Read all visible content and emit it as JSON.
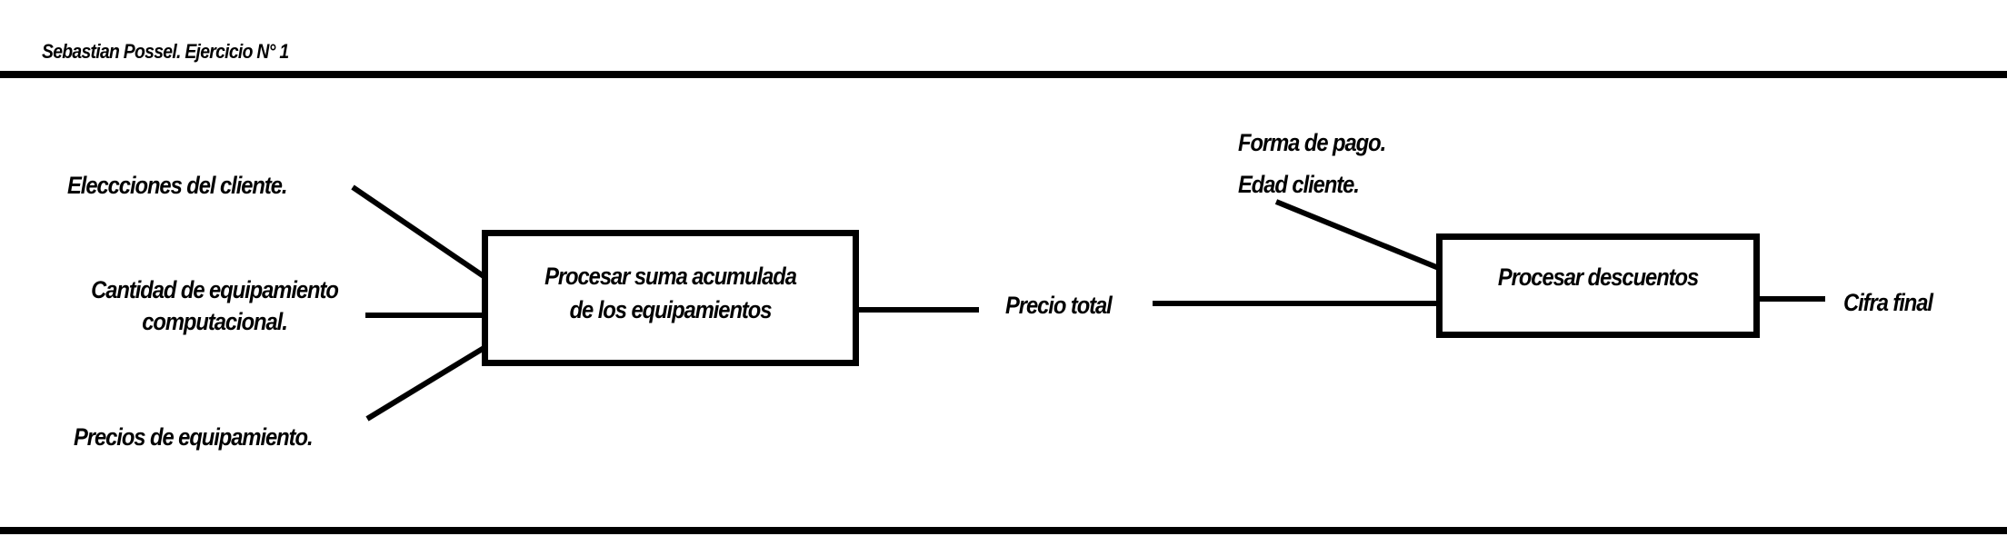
{
  "header": {
    "title": "Sebastian  Possel. Ejercicio N° 1"
  },
  "inputs": {
    "choices": "Eleccciones del cliente.",
    "quantity_line1": "Cantidad de equipamiento",
    "quantity_line2": "computacional.",
    "prices": "Precios de equipamiento."
  },
  "process_sum": {
    "line1": "Procesar  suma acumulada",
    "line2": "de los equipamientos"
  },
  "total_price": "Precio  total",
  "discount_inputs": {
    "payment_method": "Forma de pago.",
    "client_age": "Edad cliente."
  },
  "process_discounts": {
    "label": "Procesar  descuentos"
  },
  "final_figure": "Cifra final"
}
